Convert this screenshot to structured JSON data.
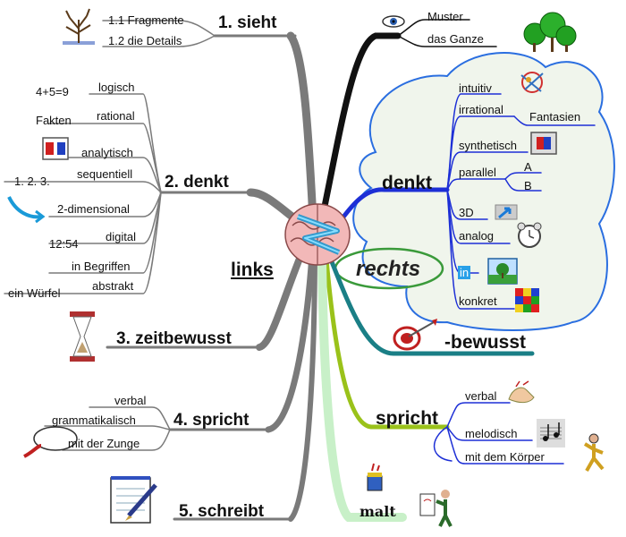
{
  "center": {
    "links": "links",
    "rechts": "rechts"
  },
  "left": {
    "sieht": {
      "label": "1. sieht",
      "items": [
        "1.1 Fragmente",
        "1.2 die Details"
      ]
    },
    "denkt": {
      "label": "2. denkt",
      "items": [
        "logisch",
        "rational",
        "analytisch",
        "sequentiell",
        "2-dimensional",
        "digital",
        "in Begriffen",
        "abstrakt"
      ],
      "examples": [
        "4+5=9",
        "Fakten",
        "1. 2. 3.",
        "12:54",
        "ein Würfel"
      ]
    },
    "zeitbewusst": {
      "label": "3. zeitbewusst"
    },
    "spricht": {
      "label": "4. spricht",
      "items": [
        "verbal",
        "grammatikalisch",
        "mit der Zunge"
      ]
    },
    "schreibt": {
      "label": "5. schreibt"
    }
  },
  "right": {
    "sieht": {
      "items": [
        "Muster",
        "das Ganze"
      ]
    },
    "denkt": {
      "label": "denkt",
      "items": [
        "intuitiv",
        "irrational",
        "Fantasien",
        "synthetisch",
        "parallel",
        "A",
        "B",
        "3D",
        "analog",
        "in",
        "konkret"
      ]
    },
    "bewusst": {
      "label": "-bewusst"
    },
    "spricht": {
      "label": "spricht",
      "items": [
        "verbal",
        "melodisch",
        "mit dem Körper"
      ]
    },
    "malt": {
      "label": "malt"
    }
  },
  "colors": {
    "left_branches": "#7a7a7a",
    "sieht_right": "#111111",
    "denkt_right": "#1d2fd6",
    "rechts_ellipse": "#3a9a3a",
    "bewusst": "#1a7f86",
    "spricht_right": "#9ac21a",
    "malt": "#c8f0c8",
    "cloud_fill": "#f0f5ec"
  },
  "icons": [
    "winter-tree-icon",
    "eye-icon",
    "forest-icon",
    "puzzle-icon",
    "puzzle-joined-icon",
    "arrow-swoosh-icon",
    "fantasy-art-icon",
    "cursor-3d-icon",
    "alarm-clock-icon",
    "landscape-picture-icon",
    "rubiks-cube-icon",
    "hourglass-icon",
    "target-icon",
    "speech-bubble-icon",
    "notepad-icon",
    "paint-bucket-icon",
    "painter-icon",
    "clapping-hands-icon",
    "music-notes-icon",
    "moving-figure-icon",
    "brain-icon"
  ]
}
